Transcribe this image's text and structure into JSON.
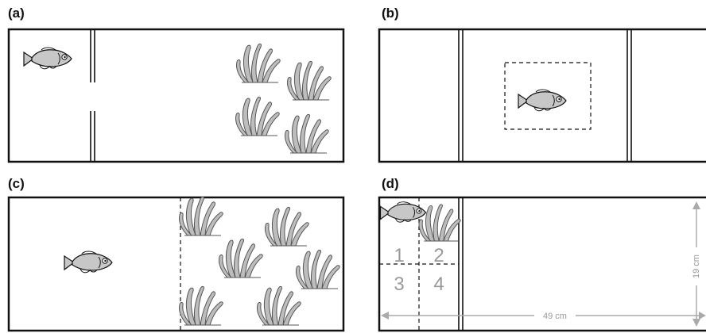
{
  "panels": [
    {
      "id": "a",
      "label": "(a)"
    },
    {
      "id": "b",
      "label": "(b)"
    },
    {
      "id": "c",
      "label": "(c)"
    },
    {
      "id": "d",
      "label": "(d)"
    }
  ],
  "zones": [
    "1",
    "2",
    "3",
    "4"
  ],
  "dimensions": {
    "width": "49 cm",
    "height": "19 cm"
  },
  "icons": {
    "fish": "fish-icon",
    "plant": "plant-icon"
  },
  "colors": {
    "outline": "#111111",
    "fish_fill": "#c7c7c7",
    "plant_fill": "#bdbdbd",
    "annotation": "#9a9a9a"
  }
}
